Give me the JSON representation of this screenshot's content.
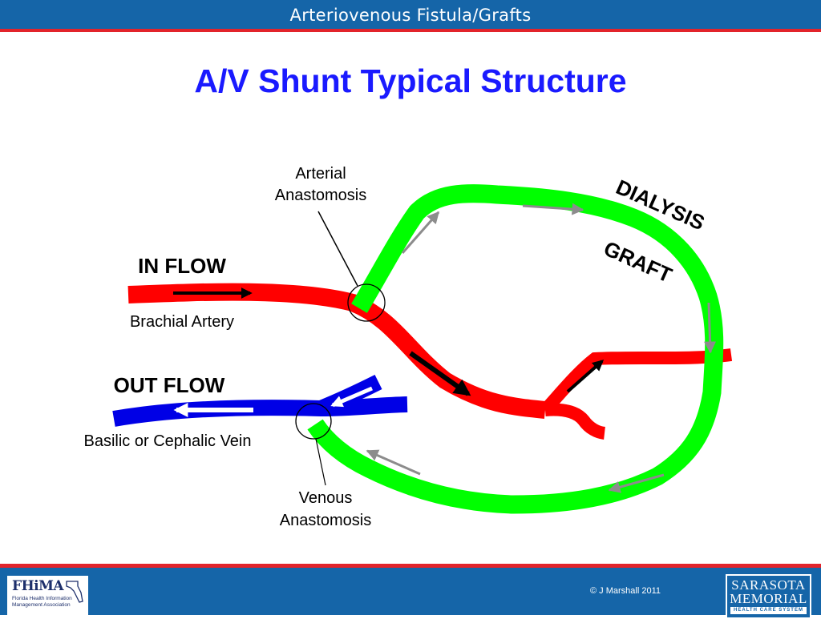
{
  "header": {
    "title": "Arteriovenous Fistula/Grafts"
  },
  "slide": {
    "title": "A/V Shunt Typical Structure"
  },
  "diagram": {
    "labels": {
      "arterial_anastomosis": [
        "Arterial",
        "Anastomosis"
      ],
      "venous_anastomosis": [
        "Venous",
        "Anastomosis"
      ],
      "in_flow": "IN FLOW",
      "brachial_artery": "Brachial Artery",
      "out_flow": "OUT FLOW",
      "vein": "Basilic or Cephalic Vein",
      "dialysis": "DIALYSIS",
      "graft": "GRAFT"
    },
    "colors": {
      "artery": "#ff0000",
      "vein": "#0000e6",
      "graft": "#00ff00",
      "arrow_on_graft": "#8c8c8c",
      "arrow_on_artery": "#000000",
      "arrow_on_vein": "#ffffff"
    }
  },
  "footer": {
    "left_logo": {
      "word": "FHiMA",
      "sub": [
        "Florida Health Information",
        "Management Association"
      ]
    },
    "copyright": "© J Marshall 2011",
    "right_logo": {
      "line1": "SARASOTA",
      "line2": "MEMORIAL",
      "line3": "HEALTH CARE SYSTEM"
    }
  }
}
